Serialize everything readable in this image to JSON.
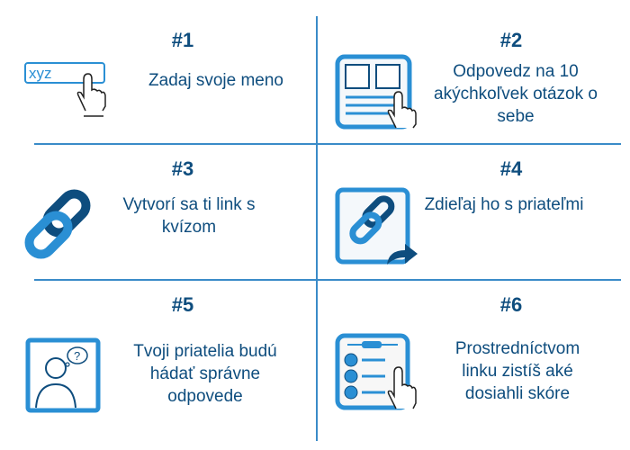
{
  "steps": [
    {
      "number": "#1",
      "text": "Zadaj svoje meno",
      "icon": "name-input-icon",
      "input_text": "xyz"
    },
    {
      "number": "#2",
      "text": "Odpovedz na 10 akýchkoľvek otázok o sebe",
      "icon": "form-icon"
    },
    {
      "number": "#3",
      "text": "Vytvorí sa ti link s kvízom",
      "icon": "link-icon"
    },
    {
      "number": "#4",
      "text": "Zdieľaj ho s priateľmi",
      "icon": "share-link-icon"
    },
    {
      "number": "#5",
      "text": "Tvoji priatelia budú hádať správne odpovede",
      "icon": "person-question-icon",
      "bubble_text": "?"
    },
    {
      "number": "#6",
      "text": "Prostredníctvom linku zistíš aké dosiahli skóre",
      "icon": "checklist-icon"
    }
  ],
  "colors": {
    "text": "#0e4d7e",
    "accent": "#2a8fd4",
    "line": "#3a8bc8"
  }
}
